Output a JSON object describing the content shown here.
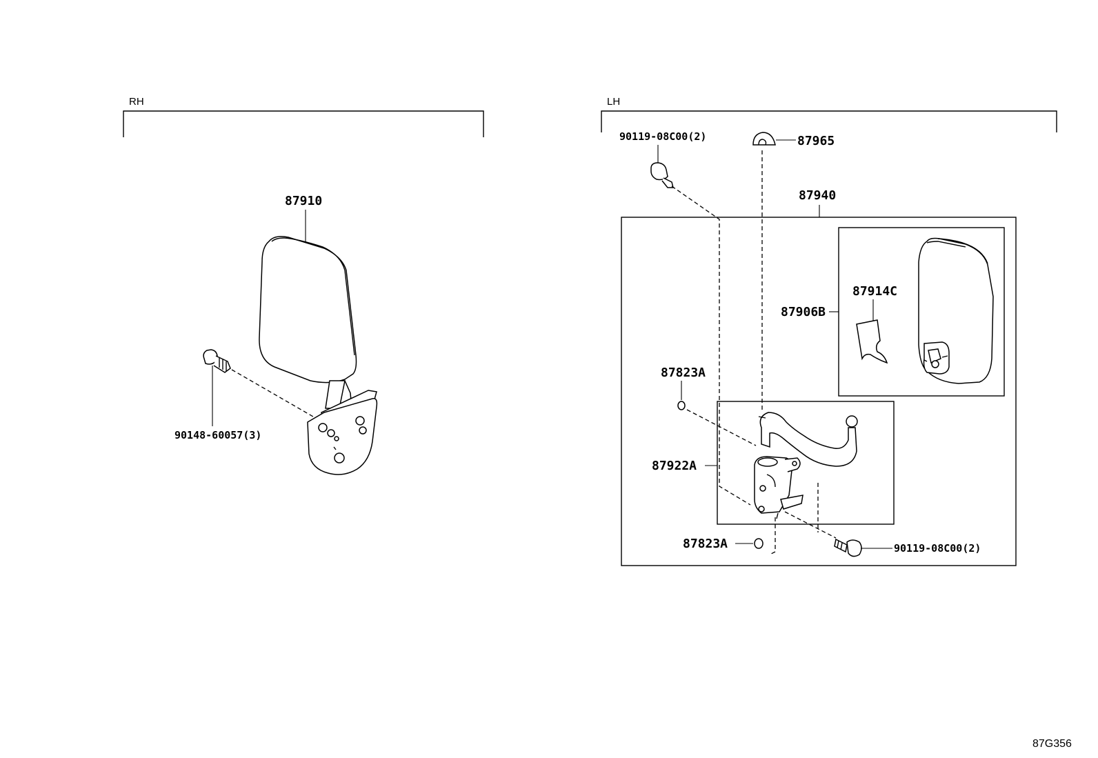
{
  "sections": {
    "rh": {
      "label": "RH"
    },
    "lh": {
      "label": "LH"
    }
  },
  "callouts": {
    "c87910": "87910",
    "c90148": "90148-60057(3)",
    "c90119_top": "90119-08C00(2)",
    "c87965": "87965",
    "c87940": "87940",
    "c87914C": "87914C",
    "c87906B": "87906B",
    "c87823A_top": "87823A",
    "c87922A": "87922A",
    "c87823A_bottom": "87823A",
    "c90119_bottom": "90119-08C00(2)"
  },
  "figure_ref": "87G356"
}
